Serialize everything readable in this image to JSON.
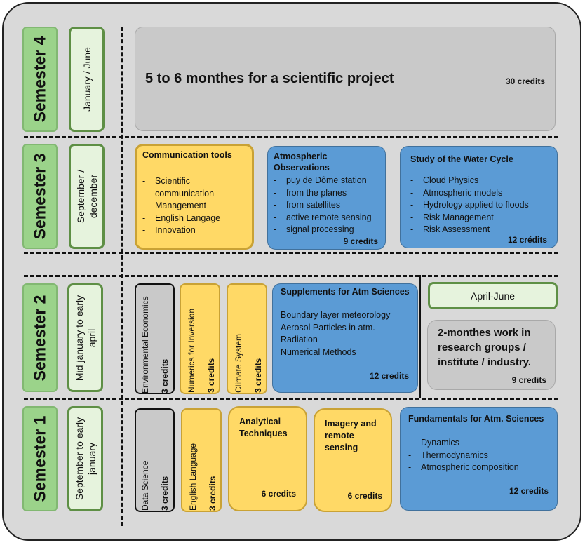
{
  "semesters": [
    {
      "label": "Semester 4",
      "period": "January / June"
    },
    {
      "label": "Semester 3",
      "period": "September / december"
    },
    {
      "label": "Semester 2",
      "period": "Mid january to early april"
    },
    {
      "label": "Semester 1",
      "period": "September to early january"
    }
  ],
  "s4": {
    "project": {
      "title": "5 to 6 monthes for a scientific project",
      "credits": "30 credits"
    }
  },
  "s3": {
    "communication": {
      "title": "Communication tools",
      "items": [
        "Scientific communication",
        "Management",
        "English Langage",
        "Innovation"
      ]
    },
    "atmo_obs": {
      "title": "Atmospheric Observations",
      "items": [
        "puy de Dôme station",
        "from the planes",
        "from satellites",
        "active remote sensing",
        "signal processing"
      ],
      "credits": "9 credits"
    },
    "water_cycle": {
      "title": "Study of the Water Cycle",
      "items": [
        "Cloud Physics",
        "Atmospheric models",
        "Hydrology applied to floods",
        "Risk Management",
        "Risk Assessment"
      ],
      "credits": "12 crédits"
    }
  },
  "s2": {
    "env_econ": {
      "title": "Environmental Economics",
      "credits": "3 credits"
    },
    "numerics": {
      "title": "Numerics for Inversion",
      "credits": "3 credits"
    },
    "climate": {
      "title": "Climate System",
      "credits": "3 credits"
    },
    "supplements": {
      "title": "Supplements for Atm Sciences",
      "items": [
        "Boundary layer meteorology",
        "Aerosol Particles in atm.",
        "Radiation",
        "Numerical Methods"
      ],
      "credits": "12 credits"
    },
    "april_june": "April-June",
    "internship": {
      "title": "2-monthes work in research groups / institute / industry.",
      "credits": "9 credits"
    }
  },
  "s1": {
    "data_science": {
      "title": "Data Science",
      "credits": "3 credits"
    },
    "english": {
      "title": "English Language",
      "credits": "3 credits"
    },
    "analytical": {
      "title": "Analytical Techniques",
      "credits": "6 credits"
    },
    "imagery": {
      "title": "Imagery and remote sensing",
      "credits": "6 credits"
    },
    "fundamentals": {
      "title": "Fundamentals for Atm. Sciences",
      "items": [
        "Dynamics",
        "Thermodynamics",
        "Atmospheric composition"
      ],
      "credits": "12 credits"
    }
  },
  "colors": {
    "gray": "#c9c9c9",
    "yellow": "#ffd966",
    "blue": "#5b9bd5",
    "green": "#9bd38a",
    "light_green": "#e6f3dd"
  }
}
